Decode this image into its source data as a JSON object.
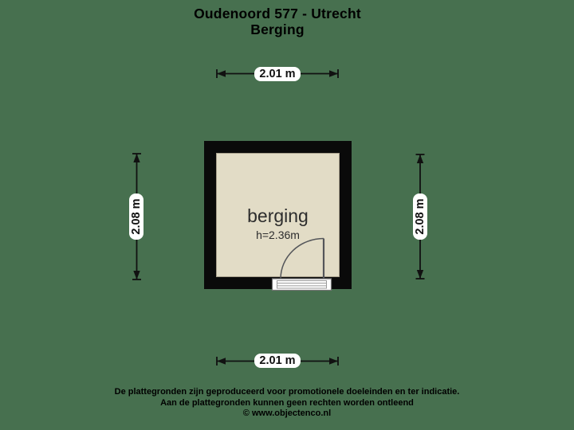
{
  "colors": {
    "background": "#47704f",
    "wall": "#0a0a0a",
    "floor": "#e2dcc6",
    "floor_border": "#a69e8a",
    "dimension_line": "#111111",
    "pill_background": "#ffffff",
    "pill_text": "#111111",
    "door": "#54565a",
    "threshold_border": "#767676",
    "threshold_hatch": "#9a9a9a",
    "title_text": "#000000",
    "room_text": "#2d2d2d",
    "footer_text": "#000000"
  },
  "title": {
    "line1": "Oudenoord 577 - Utrecht",
    "line2": "Berging"
  },
  "room": {
    "name": "berging",
    "ceiling_height": "h=2.36m"
  },
  "dimensions": {
    "top": "2.01 m",
    "bottom": "2.01 m",
    "left": "2.08 m",
    "right": "2.08 m"
  },
  "footer": {
    "line1": "De plattegronden zijn geproduceerd voor promotionele doeleinden en ter indicatie.",
    "line2": "Aan de plattegronden kunnen geen rechten worden ontleend",
    "line3": "© www.objectenco.nl"
  }
}
